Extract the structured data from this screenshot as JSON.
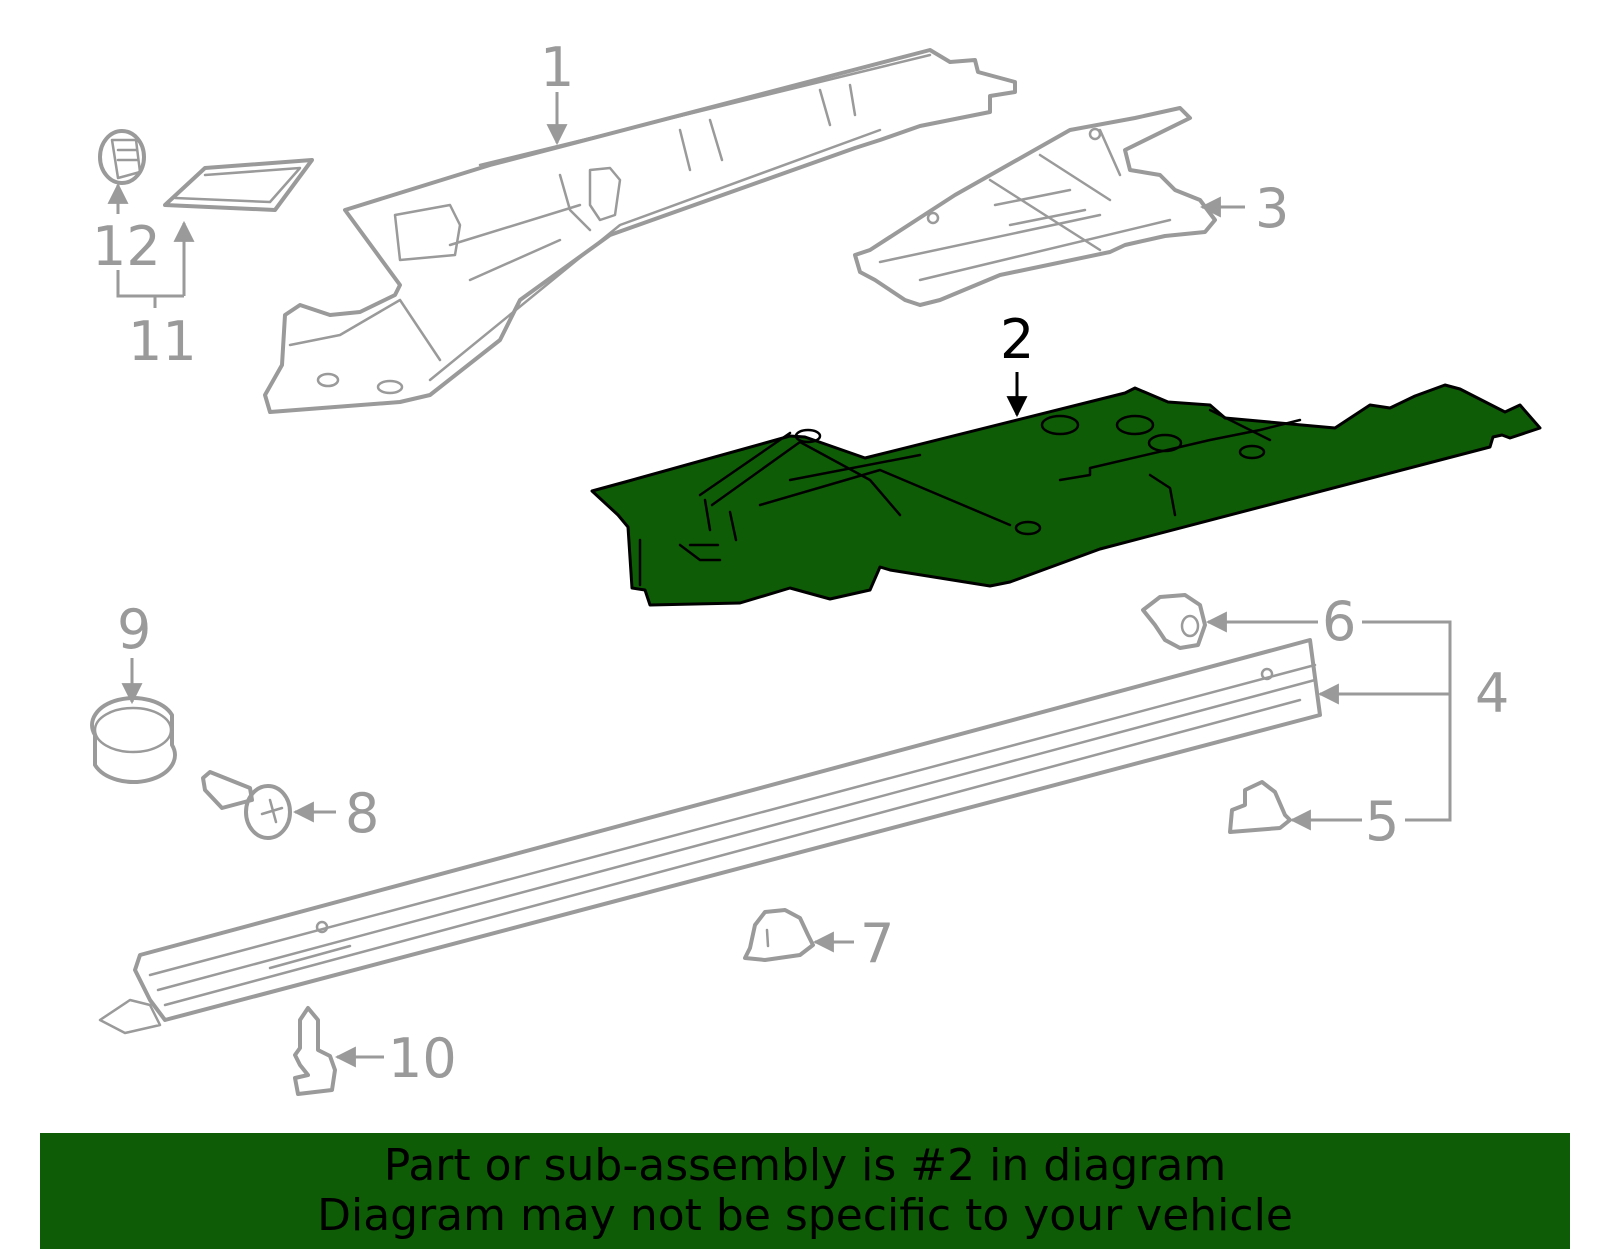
{
  "diagram": {
    "highlight_color": "#0f5c06",
    "callouts": [
      {
        "id": "1",
        "label": "1"
      },
      {
        "id": "2",
        "label": "2",
        "highlighted": true
      },
      {
        "id": "3",
        "label": "3"
      },
      {
        "id": "4",
        "label": "4"
      },
      {
        "id": "5",
        "label": "5"
      },
      {
        "id": "6",
        "label": "6"
      },
      {
        "id": "7",
        "label": "7"
      },
      {
        "id": "8",
        "label": "8"
      },
      {
        "id": "9",
        "label": "9"
      },
      {
        "id": "10",
        "label": "10"
      },
      {
        "id": "11",
        "label": "11"
      },
      {
        "id": "12",
        "label": "12"
      }
    ]
  },
  "banner": {
    "line1": "Part or sub-assembly is #2 in diagram",
    "line2": "Diagram may not be specific to your vehicle",
    "background": "#0f5c06"
  }
}
